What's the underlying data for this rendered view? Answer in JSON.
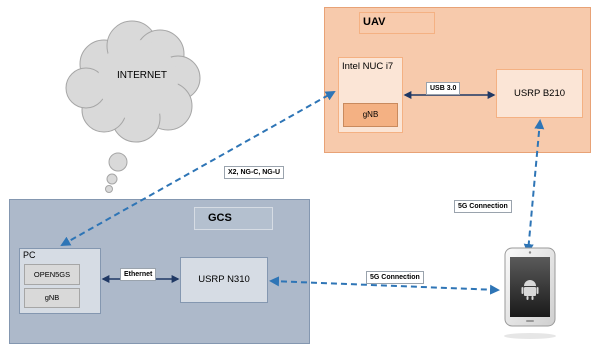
{
  "cloud": {
    "label": "INTERNET"
  },
  "uav": {
    "title": "UAV",
    "nuc_label": "Intel NUC i7",
    "gnb_label": "gNB",
    "usrp_label": "USRP B210",
    "usb_label": "USB 3.0"
  },
  "gcs": {
    "title": "GCS",
    "pc_label": "PC",
    "open5gs_label": "OPEN5GS",
    "gnb_label": "gNB",
    "usrp_label": "USRP N310",
    "ethernet_label": "Ethernet"
  },
  "links": {
    "x2_label": "X2, NG-C, NG-U",
    "uav_5g_label": "5G Connection",
    "gcs_5g_label": "5G Connection"
  },
  "colors": {
    "uav_bg": "#f7caac",
    "uav_border": "#e8a276",
    "gcs_bg": "#adb9ca",
    "gcs_border": "#8497b0",
    "dashed_link": "#2e75b6",
    "solid_link": "#1f3864",
    "gnb_box": "#f4b183"
  },
  "icons": {
    "phone": "android-phone-icon"
  }
}
